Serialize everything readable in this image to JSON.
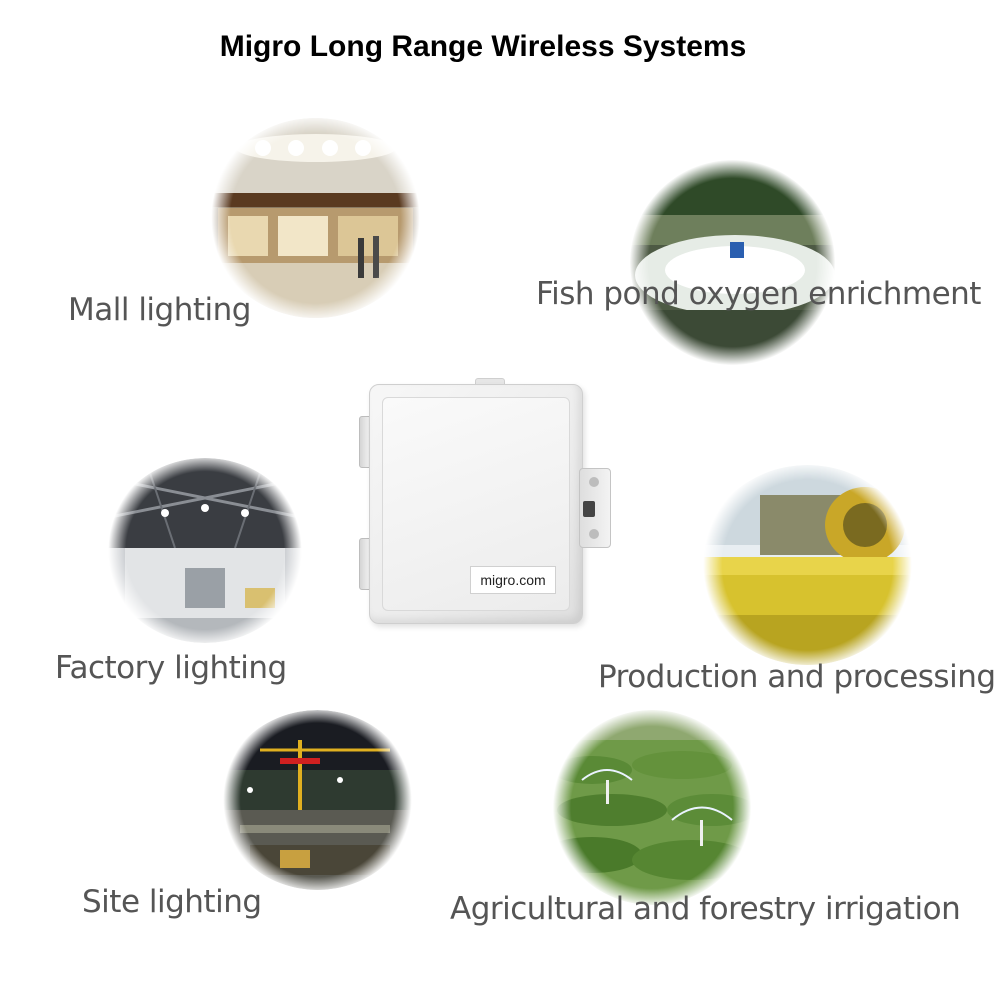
{
  "page": {
    "title": "Migro Long Range Wireless Systems"
  },
  "product": {
    "brand_label": "migro.com"
  },
  "applications": [
    {
      "label": "Mall lighting",
      "icon": "mall-photo"
    },
    {
      "label": "Fish pond oxygen enrichment",
      "icon": "fish-pond-photo"
    },
    {
      "label": "Factory lighting",
      "icon": "factory-photo"
    },
    {
      "label": "Production and processing",
      "icon": "production-photo"
    },
    {
      "label": "Site lighting",
      "icon": "construction-site-photo"
    },
    {
      "label": "Agricultural and forestry irrigation",
      "icon": "irrigation-photo"
    }
  ],
  "colors": {
    "label_text": "#555555",
    "title_text": "#000000"
  }
}
